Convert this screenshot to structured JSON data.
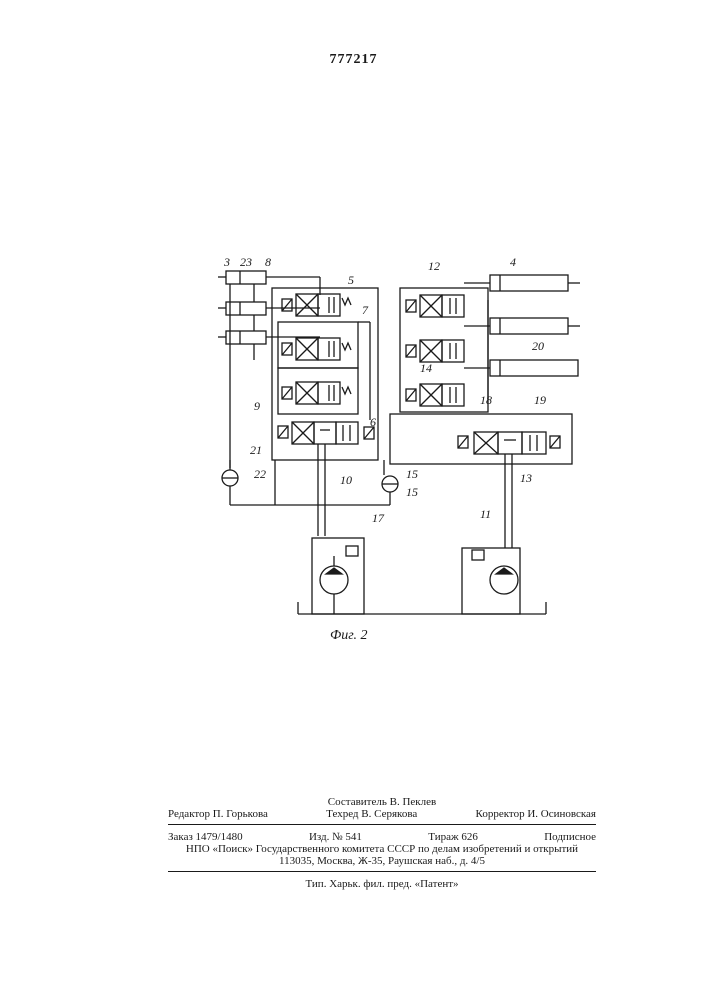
{
  "patent_number": "777217",
  "figure": {
    "caption": "Фиг. 2",
    "labels": {
      "l3": "3",
      "l23": "23",
      "l8": "8",
      "l5": "5",
      "l7": "7",
      "l9": "9",
      "l6": "6",
      "l21": "21",
      "l22": "22",
      "l10": "10",
      "l17": "17",
      "l15a": "15",
      "l15b": "15",
      "l12": "12",
      "l4": "4",
      "l20": "20",
      "l14": "14",
      "l18": "18",
      "l19": "19",
      "l13": "13",
      "l11": "11"
    }
  },
  "credits": {
    "compiler": "Составитель В. Пеклев",
    "editor": "Редактор П. Горькова",
    "techred": "Техред В. Серякова",
    "corrector": "Корректор И. Осиновская",
    "order": "Заказ 1479/1480",
    "issue": "Изд. № 541",
    "circulation": "Тираж 626",
    "subscription": "Подписное",
    "org_line": "НПО «Поиск» Государственного комитета СССР по делам изобретений и открытий",
    "address": "113035, Москва, Ж-35, Раушская наб., д. 4/5",
    "printer": "Тип. Харьк. фил. пред. «Патент»"
  }
}
